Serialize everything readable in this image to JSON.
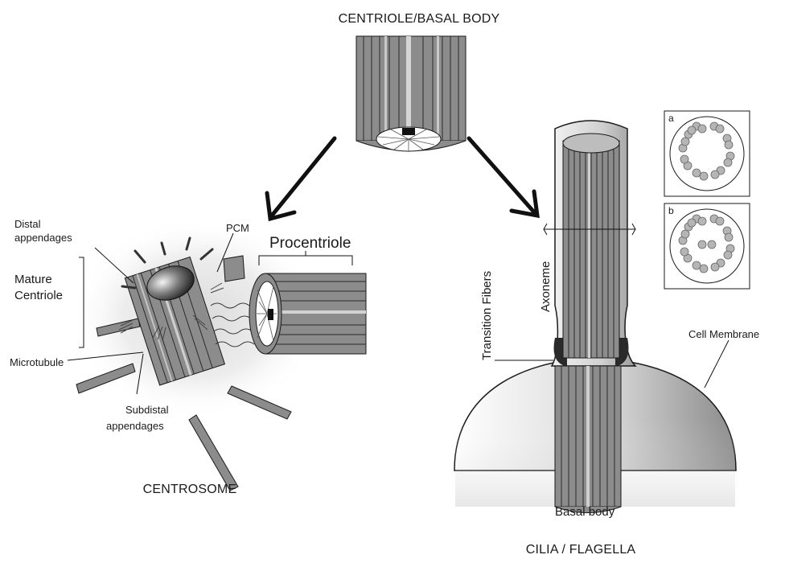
{
  "titles": {
    "top": "CENTRIOLE/BASAL BODY",
    "left": "CENTROSOME",
    "right": "CILIA / FLAGELLA"
  },
  "centrosome_labels": {
    "distal_appendages_1": "Distal",
    "distal_appendages_2": "appendages",
    "mature_centriole_1": "Mature",
    "mature_centriole_2": "Centriole",
    "microtubule": "Microtubule",
    "subdistal_1": "Subdistal",
    "subdistal_2": "appendages",
    "pcm": "PCM",
    "procentriole": "Procentriole"
  },
  "cilia_labels": {
    "transition_fibers": "Transition Fibers",
    "axoneme": "Axoneme",
    "cell_membrane": "Cell Membrane",
    "basal_body": "Basal body"
  },
  "cross_sections": {
    "panel_a": "a",
    "panel_b": "b"
  },
  "colors": {
    "tube_fill": "#8c8c8c",
    "tube_dark": "#5e5e5e",
    "tube_light": "#c4c4c4",
    "cell_shade": "#9a9a9a",
    "outline": "#1a1a1a"
  }
}
